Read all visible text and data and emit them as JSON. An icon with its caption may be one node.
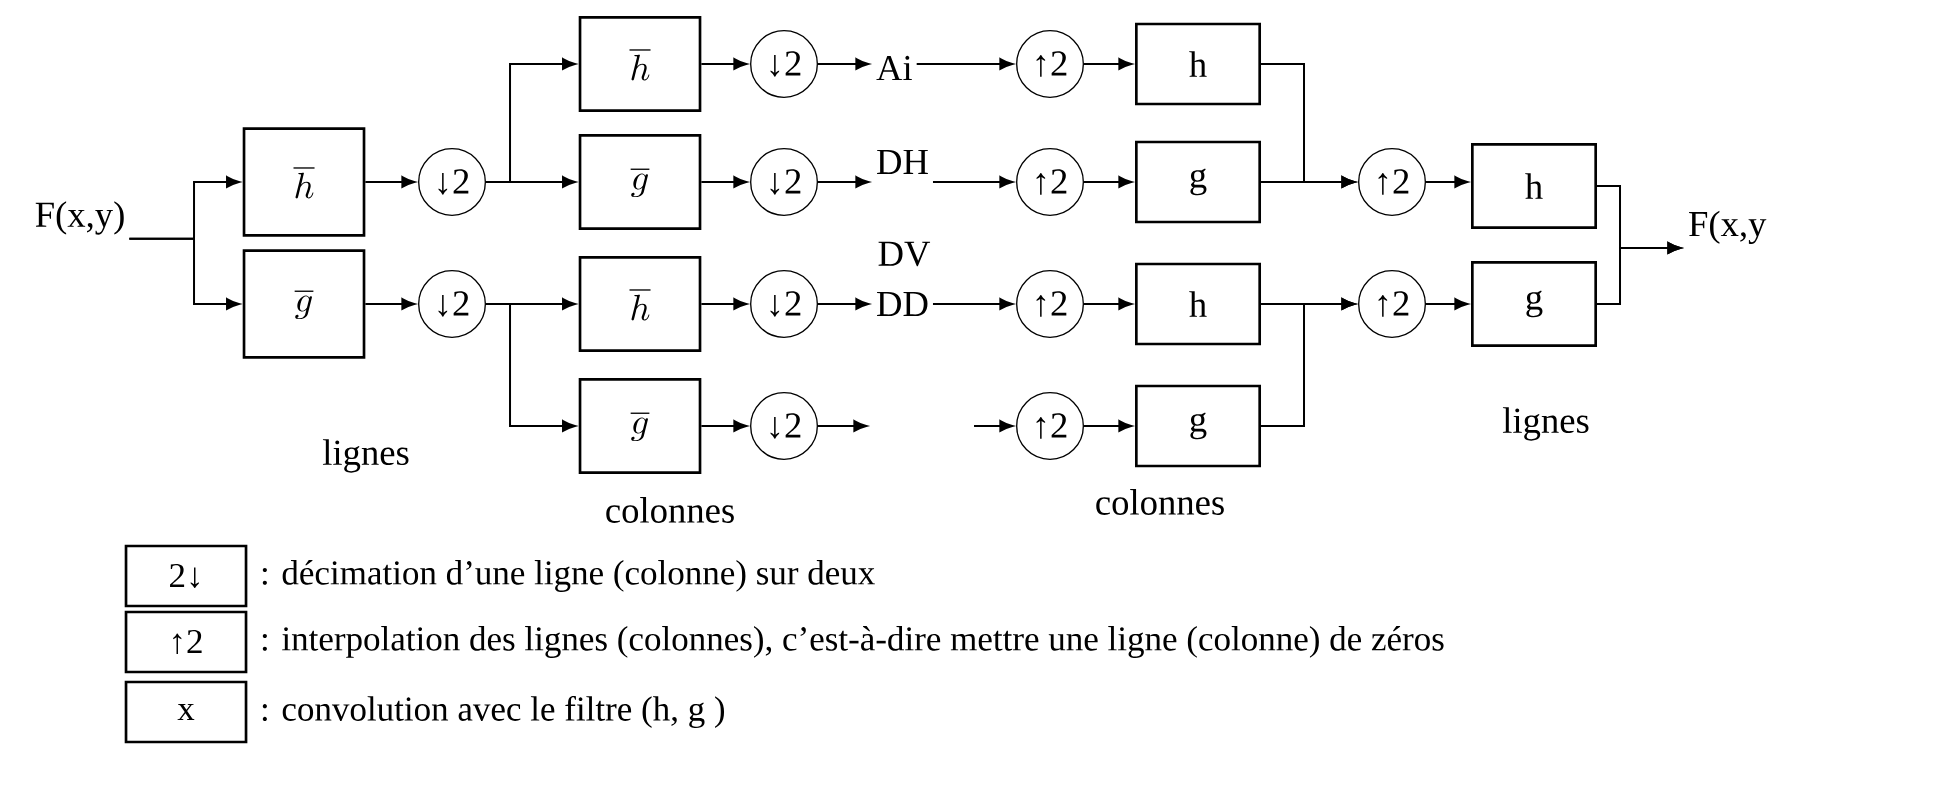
{
  "diagram": {
    "nodes": [
      {
        "text": [
          "F(x,y)"
        ]
      },
      {
        "text": [
          "\\overline{h}"
        ]
      },
      {
        "text": [
          "\\overline{g}"
        ]
      },
      {
        "text": [
          "↓2"
        ]
      },
      {
        "text": [
          "↓2"
        ]
      },
      {
        "text": [
          "\\overline{h}"
        ]
      },
      {
        "text": [
          "\\overline{g}"
        ]
      },
      {
        "text": [
          "\\overline{h}"
        ]
      },
      {
        "text": [
          "\\overline{g}"
        ]
      },
      {
        "text": [
          "↓2"
        ]
      },
      {
        "text": [
          "↓2"
        ]
      },
      {
        "text": [
          "↓2"
        ]
      },
      {
        "text": [
          "↓2"
        ]
      },
      {
        "text": [
          "Ai"
        ]
      },
      {
        "text": [
          "DH"
        ]
      },
      {
        "text": [
          "DD"
        ]
      },
      {
        "text": [
          "↑2"
        ]
      },
      {
        "text": [
          "↑2"
        ]
      },
      {
        "text": [
          "↑2"
        ]
      },
      {
        "text": [
          "↑2"
        ]
      },
      {
        "text": [
          "h"
        ]
      },
      {
        "text": [
          "g"
        ]
      },
      {
        "text": [
          "h"
        ]
      },
      {
        "text": [
          "g"
        ]
      },
      {
        "text": [
          "↑2"
        ]
      },
      {
        "text": [
          "↑2"
        ]
      },
      {
        "text": [
          "h"
        ]
      },
      {
        "text": [
          "g"
        ]
      },
      {
        "text": [
          "F(x,y"
        ]
      },
      {
        "text": [
          "2↓"
        ],
        "beside": [
          ": décimation d’une ligne (colonne) sur deux"
        ]
      },
      {
        "text": [
          "↑2"
        ],
        "beside": [
          ": interpolation des lignes (colonnes), c’est-à-dire mettre une ligne (colonne) de zéros"
        ]
      },
      {
        "text": [
          "x"
        ],
        "beside": [
          ": convolution avec le filtre (h, g )"
        ]
      }
    ],
    "edges": [
      {
        "from": 0,
        "to": 1,
        "arrow": "to"
      },
      {
        "from": 0,
        "to": 2,
        "arrow": "to"
      },
      {
        "from": 1,
        "to": 3,
        "arrow": "to"
      },
      {
        "from": 2,
        "to": 4,
        "arrow": "to"
      },
      {
        "from": 3,
        "to": 5,
        "arrow": "to"
      },
      {
        "from": 3,
        "to": 6,
        "arrow": "to"
      },
      {
        "from": 4,
        "to": 7,
        "arrow": "to"
      },
      {
        "from": 4,
        "to": 8,
        "arrow": "to"
      },
      {
        "from": 5,
        "to": 9,
        "arrow": "to"
      },
      {
        "from": 6,
        "to": 10,
        "arrow": "to"
      },
      {
        "from": 7,
        "to": 11,
        "arrow": "to"
      },
      {
        "from": 8,
        "to": 12,
        "arrow": "to"
      },
      {
        "from": 9,
        "to": 13,
        "arrow": "to"
      },
      {
        "from": 10,
        "to": 14,
        "arrow": "to"
      },
      {
        "from": 11,
        "to": 15,
        "arrow": "to"
      },
      {
        "from": 12,
        "to": null,
        "arrow": "to"
      },
      {
        "from": 13,
        "to": 16,
        "arrow": "to"
      },
      {
        "from": 14,
        "to": 17,
        "arrow": "to"
      },
      {
        "from": 15,
        "to": 18,
        "arrow": "to"
      },
      {
        "from": null,
        "to": 19,
        "arrow": "to"
      },
      {
        "from": 16,
        "to": 20,
        "arrow": "to"
      },
      {
        "from": 17,
        "to": 21,
        "arrow": "to"
      },
      {
        "from": 18,
        "to": 22,
        "arrow": "to"
      },
      {
        "from": 19,
        "to": 23,
        "arrow": "to"
      },
      {
        "from": 20,
        "to": 24,
        "arrow": "to"
      },
      {
        "from": 21,
        "to": 24,
        "arrow": "to"
      },
      {
        "from": 22,
        "to": 25,
        "arrow": "to"
      },
      {
        "from": 23,
        "to": 25,
        "arrow": "to"
      },
      {
        "from": 24,
        "to": 26,
        "arrow": "to"
      },
      {
        "from": 25,
        "to": 27,
        "arrow": "to"
      },
      {
        "from": 26,
        "to": 28,
        "arrow": "to"
      },
      {
        "from": 27,
        "to": 28,
        "arrow": "to"
      }
    ],
    "labels": [
      "DV",
      "lignes",
      "colonnes",
      "colonnes",
      "lignes"
    ]
  }
}
